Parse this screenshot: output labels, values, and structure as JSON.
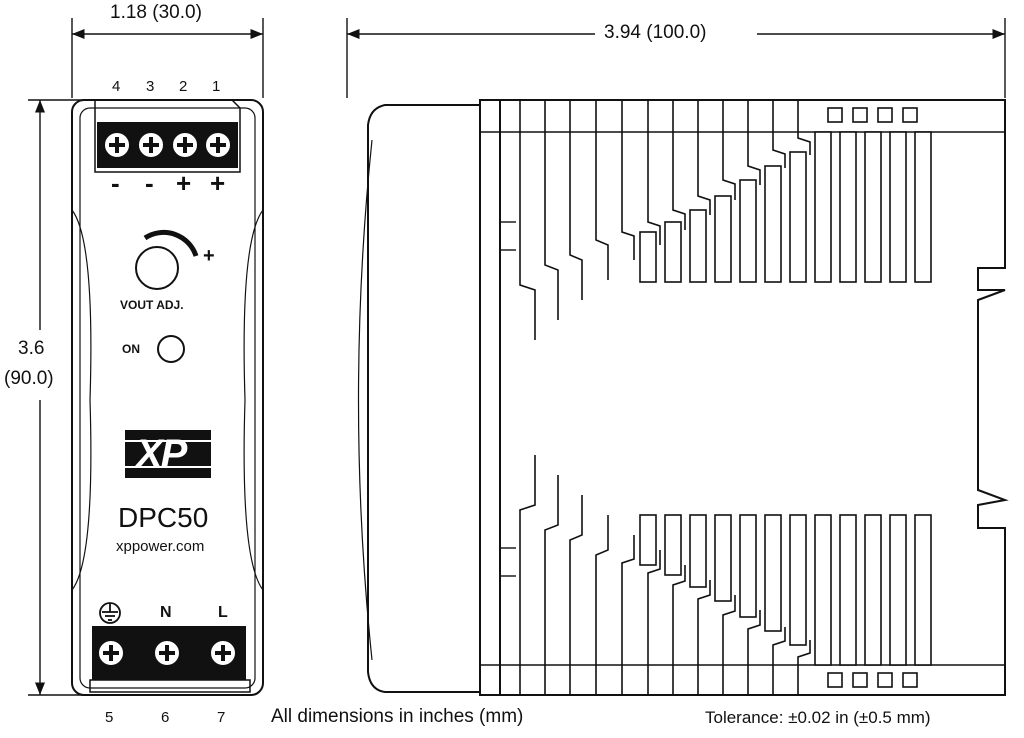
{
  "dimensions": {
    "width": "1.18 (30.0)",
    "length": "3.94 (100.0)",
    "height_in": "3.6",
    "height_mm": "(90.0)"
  },
  "front_view": {
    "top_terminals": [
      {
        "number": "4",
        "polarity": "-"
      },
      {
        "number": "3",
        "polarity": "-"
      },
      {
        "number": "2",
        "polarity": "+"
      },
      {
        "number": "1",
        "polarity": "+"
      }
    ],
    "pot_label": "VOUT ADJ.",
    "pot_plus": "+",
    "led_label": "ON",
    "logo_text": "XP",
    "model": "DPC50",
    "website": "xppower.com",
    "bottom_terminals": [
      {
        "number": "5",
        "label": "earth-ground"
      },
      {
        "number": "6",
        "label": "N"
      },
      {
        "number": "7",
        "label": "L"
      }
    ]
  },
  "notes": {
    "units": "All dimensions in inches (mm)",
    "tolerance": "Tolerance: ±0.02 in (±0.5 mm)"
  }
}
